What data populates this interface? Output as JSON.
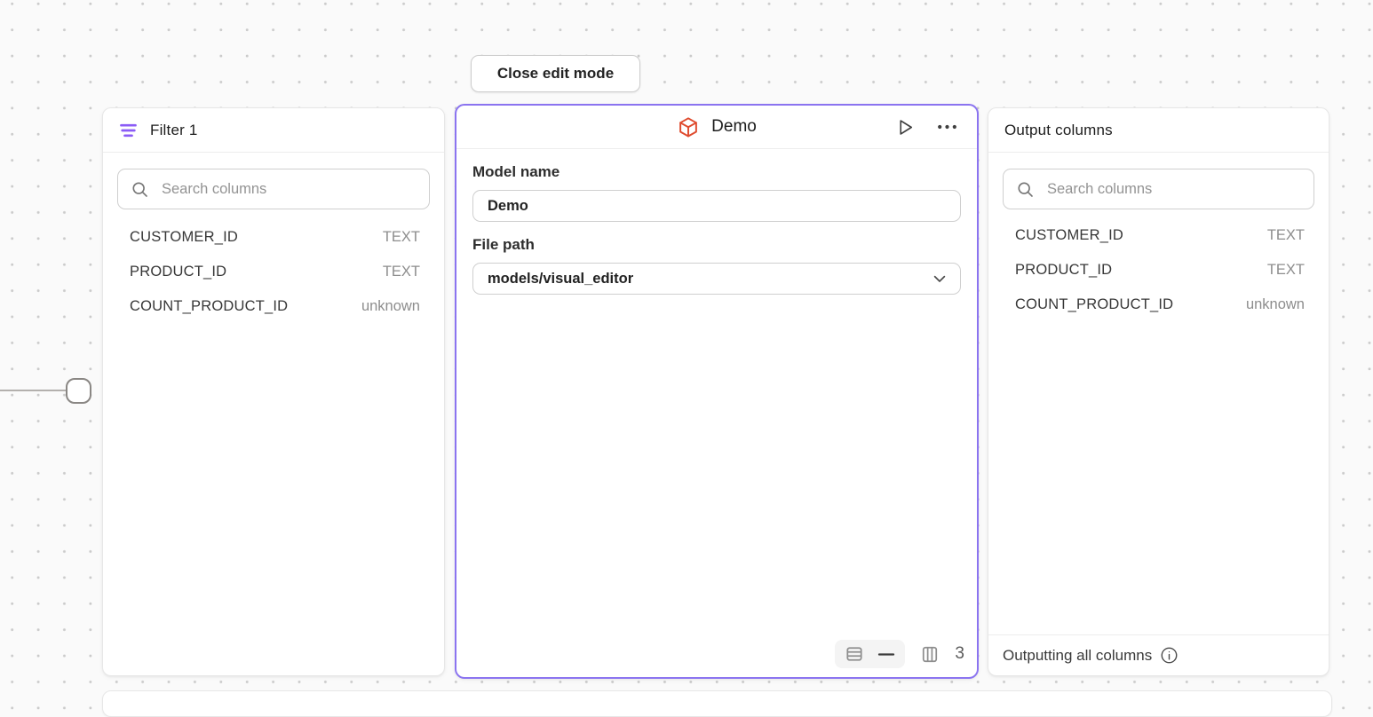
{
  "toolbar": {
    "close_edit_mode_label": "Close edit mode"
  },
  "filter_panel": {
    "title": "Filter 1",
    "search_placeholder": "Search columns",
    "columns": [
      {
        "name": "CUSTOMER_ID",
        "type": "TEXT"
      },
      {
        "name": "PRODUCT_ID",
        "type": "TEXT"
      },
      {
        "name": "COUNT_PRODUCT_ID",
        "type": "unknown"
      }
    ]
  },
  "model_panel": {
    "title": "Demo",
    "fields": {
      "model_name_label": "Model name",
      "model_name_value": "Demo",
      "file_path_label": "File path",
      "file_path_value": "models/visual_editor"
    },
    "footer": {
      "column_count": "3"
    }
  },
  "output_panel": {
    "title": "Output columns",
    "search_placeholder": "Search columns",
    "columns": [
      {
        "name": "CUSTOMER_ID",
        "type": "TEXT"
      },
      {
        "name": "PRODUCT_ID",
        "type": "TEXT"
      },
      {
        "name": "COUNT_PRODUCT_ID",
        "type": "unknown"
      }
    ],
    "footer_text": "Outputting all columns"
  },
  "colors": {
    "selected_node_border": "#8b74f0",
    "filter_icon_purple": "#8b5cf6",
    "model_cube_orange": "#df4b2e",
    "canvas_background": "#fafafa"
  }
}
